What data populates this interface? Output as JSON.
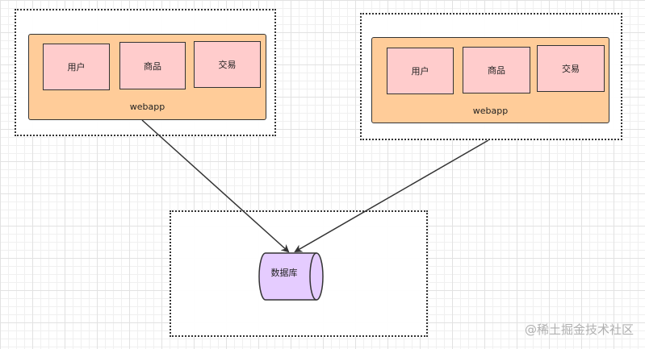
{
  "servers": [
    {
      "webapp_label": "webapp",
      "modules": [
        "用户",
        "商品",
        "交易"
      ]
    },
    {
      "webapp_label": "webapp",
      "modules": [
        "用户",
        "商品",
        "交易"
      ]
    }
  ],
  "database": {
    "label": "数据库"
  },
  "watermark": "@稀土掘金技术社区",
  "colors": {
    "webapp_fill": "#ffcc99",
    "module_fill": "#ffcccc",
    "database_fill": "#e5ccff",
    "stroke": "#333333"
  }
}
